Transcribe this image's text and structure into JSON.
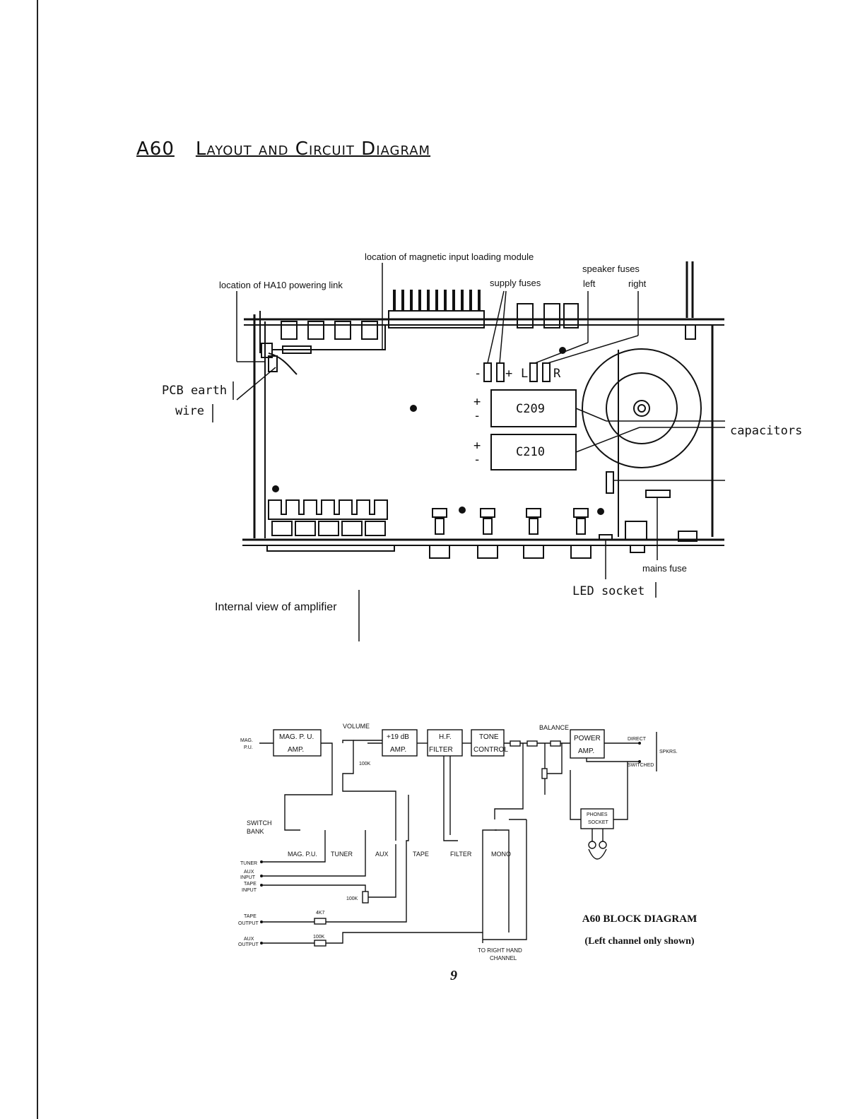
{
  "header": {
    "title_prefix": "A60",
    "title_main": "Layout and Circuit Diagram"
  },
  "layout": {
    "magnetic_module": "location of magnetic input loading module",
    "ha10_link": "location of HA10 powering link",
    "supply_fuses": "supply fuses",
    "speaker_fuses": "speaker fuses",
    "left": "left",
    "right": "right",
    "pcb_earth": "PCB earth",
    "wire": "wire",
    "capacitors": "capacitors",
    "c209": "C209",
    "c210": "C210",
    "mains_fuse": "mains fuse",
    "led_socket": "LED socket",
    "internal_view": "Internal view of amplifier",
    "fuse_minus": "-",
    "fuse_plus": "+",
    "fuse_l": "L",
    "fuse_r": "R",
    "cap_plus": "+",
    "cap_minus": "-"
  },
  "block": {
    "mag_pu_amp_1": "MAG. P. U.",
    "mag_pu_amp_2": "AMP.",
    "mag_pu_in_1": "MAG.",
    "mag_pu_in_2": "P.U.",
    "volume": "VOLUME",
    "vol_pot": "100K",
    "amp19_1": "+19 dB",
    "amp19_2": "AMP.",
    "hf_1": "H.F.",
    "hf_2": "FILTER",
    "tone_1": "TONE",
    "tone_2": "CONTROL",
    "balance": "BALANCE",
    "power_1": "POWER",
    "power_2": "AMP.",
    "direct": "DIRECT",
    "switched": "SWITCHED",
    "spkrs": "SPKRS.",
    "phones_1": "PHONES",
    "phones_2": "SOCKET",
    "switch_1": "SWITCH",
    "switch_2": "BANK",
    "sw_magpu": "MAG. P.U.",
    "sw_tuner": "TUNER",
    "sw_aux": "AUX",
    "sw_tape": "TAPE",
    "sw_filter": "FILTER",
    "sw_mono": "MONO",
    "in_tuner": "TUNER",
    "in_aux_1": "AUX",
    "in_aux_2": "INPUT",
    "in_tape_1": "TAPE",
    "in_tape_2": "INPUT",
    "pot2": "100K",
    "out_tape_1": "TAPE",
    "out_tape_2": "OUTPUT",
    "r_4k7": "4K7",
    "out_aux_1": "AUX",
    "out_aux_2": "OUTPUT",
    "r_100k": "100K",
    "right_1": "TO RIGHT HAND",
    "right_2": "CHANNEL",
    "title": "A60 BLOCK DIAGRAM",
    "subtitle": "(Left channel only shown)"
  },
  "footer": {
    "page_number": "9"
  }
}
